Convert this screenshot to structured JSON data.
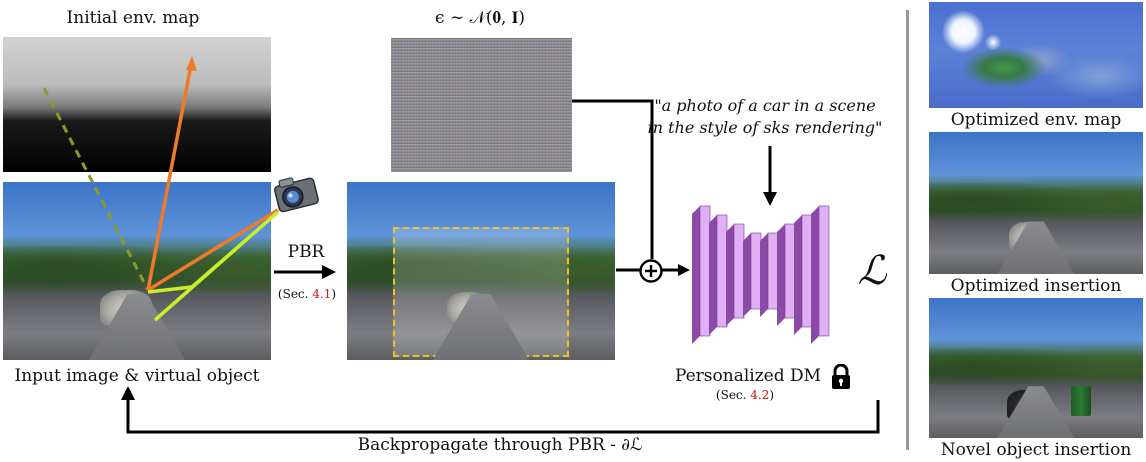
{
  "labels": {
    "initial_env_map": "Initial env. map",
    "noise_formula": "ϵ ∼ 𝒩(𝟎, 𝐈)",
    "input_image": "Input image & virtual object",
    "pbr": "PBR",
    "pbr_sec_prefix": "(Sec. ",
    "pbr_sec_num": "4.1",
    "pbr_sec_suffix": ")",
    "prompt_line1": "\"a photo of a car in a scene",
    "prompt_line2": "in the style of sks rendering\"",
    "plus": "+",
    "loss": "ℒ",
    "personalized_dm": "Personalized DM",
    "dm_sec_prefix": "(Sec. ",
    "dm_sec_num": "4.2",
    "dm_sec_suffix": ")",
    "backprop": "Backpropagate through PBR - ∂ℒ",
    "optimized_env_map": "Optimized env. map",
    "optimized_insertion": "Optimized insertion",
    "novel_insertion": "Novel object insertion"
  },
  "icons": [
    "camera-icon",
    "lock-icon",
    "plus-circle-icon"
  ],
  "colors": {
    "ray_orange": "#f07a2a",
    "ray_yellow_green": "#c8f02a",
    "ray_olive_dashed": "#8a9a2a",
    "crop_box": "#f2c21a",
    "dm_block_front": "#e0b0f7",
    "dm_block_side": "#8a4aa5",
    "sec_ref_red": "#dd1111"
  }
}
